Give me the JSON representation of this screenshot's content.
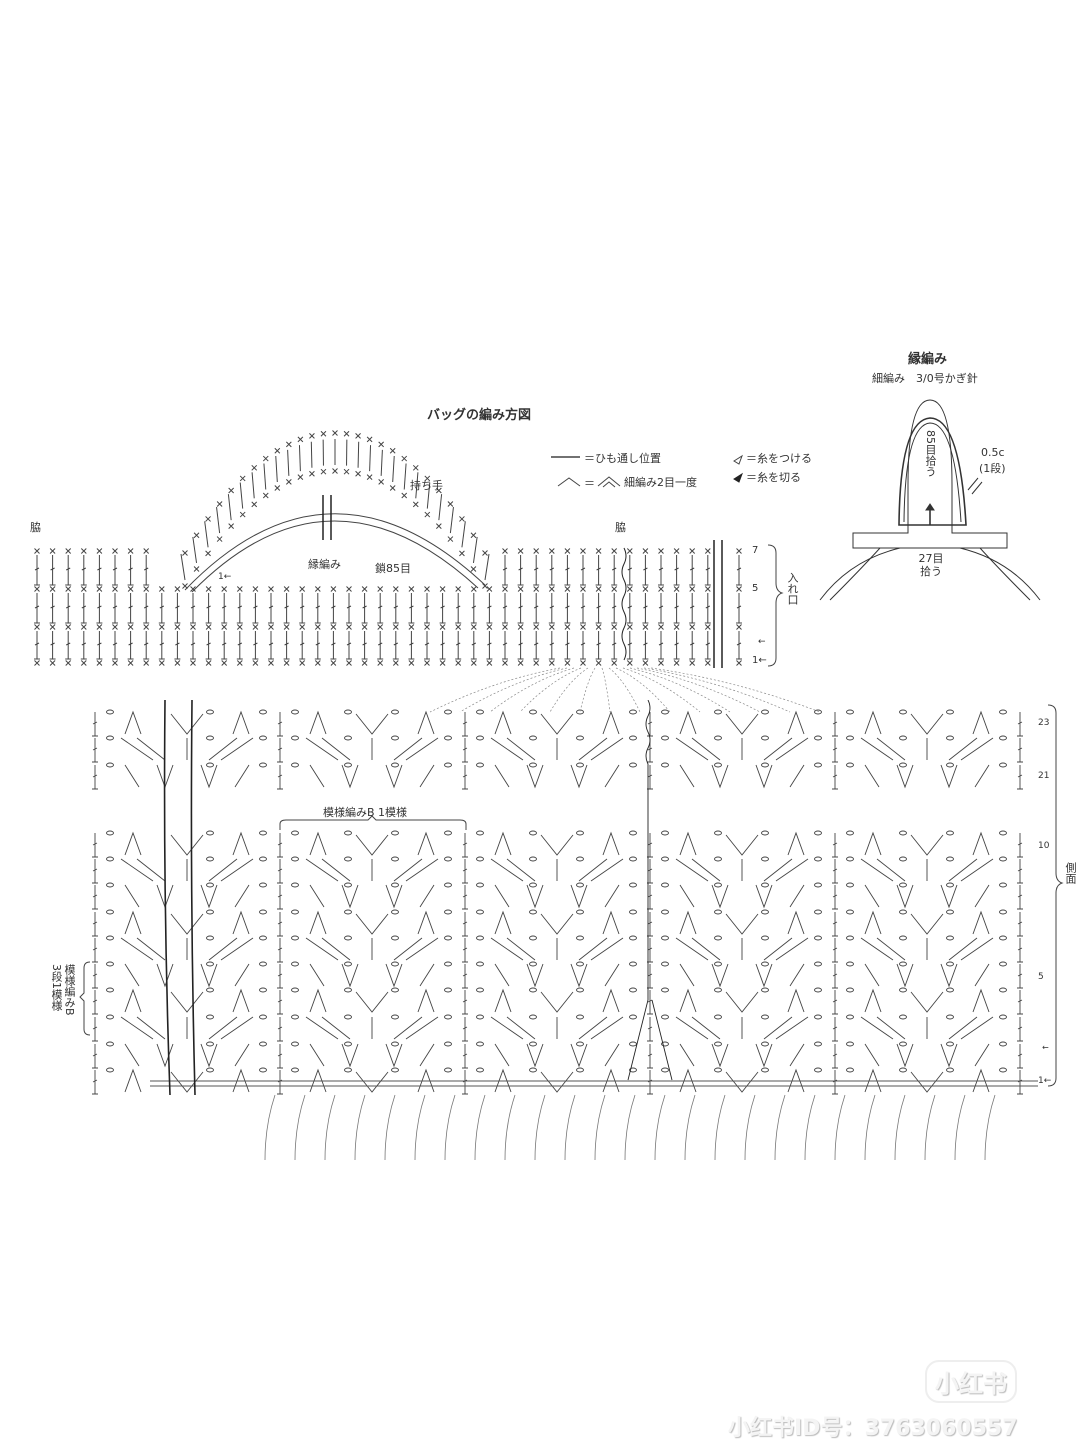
{
  "diagram": {
    "title": "バッグの編み方図",
    "legend": {
      "drawstring_position": "＝ひも通し位置",
      "sc2tog": "細編み2目一度",
      "attach_yarn": "＝糸をつける",
      "cut_yarn": "＝糸を切る"
    },
    "top_labels": {
      "side_left": "脇",
      "side_right": "脇",
      "handle": "持ち手",
      "edging": "縁編み",
      "chain_85": "鎖85目",
      "start_row": "1←",
      "opening": "入れ口"
    },
    "top_row_numbers": [
      "7",
      "5",
      "←",
      "1←"
    ],
    "bottom_labels": {
      "pattern_repeat": "模様編みB 1模様",
      "pattern_rows_num": "3段1模様",
      "pattern_rows_name": "模様編みB",
      "side": "側面"
    },
    "bottom_row_numbers": [
      "23",
      "21",
      "10",
      "5",
      "←",
      "1←"
    ],
    "edging_panel": {
      "title": "縁編み",
      "subtitle": "細編み　3/0号かぎ針",
      "pick_up_85": "85目拾う",
      "width": "0.5c",
      "rows": "(1段)",
      "pick_up_27": "27目拾う"
    }
  },
  "watermark": {
    "logo": "小红书",
    "id_text": "小红书ID号：3763060557"
  }
}
